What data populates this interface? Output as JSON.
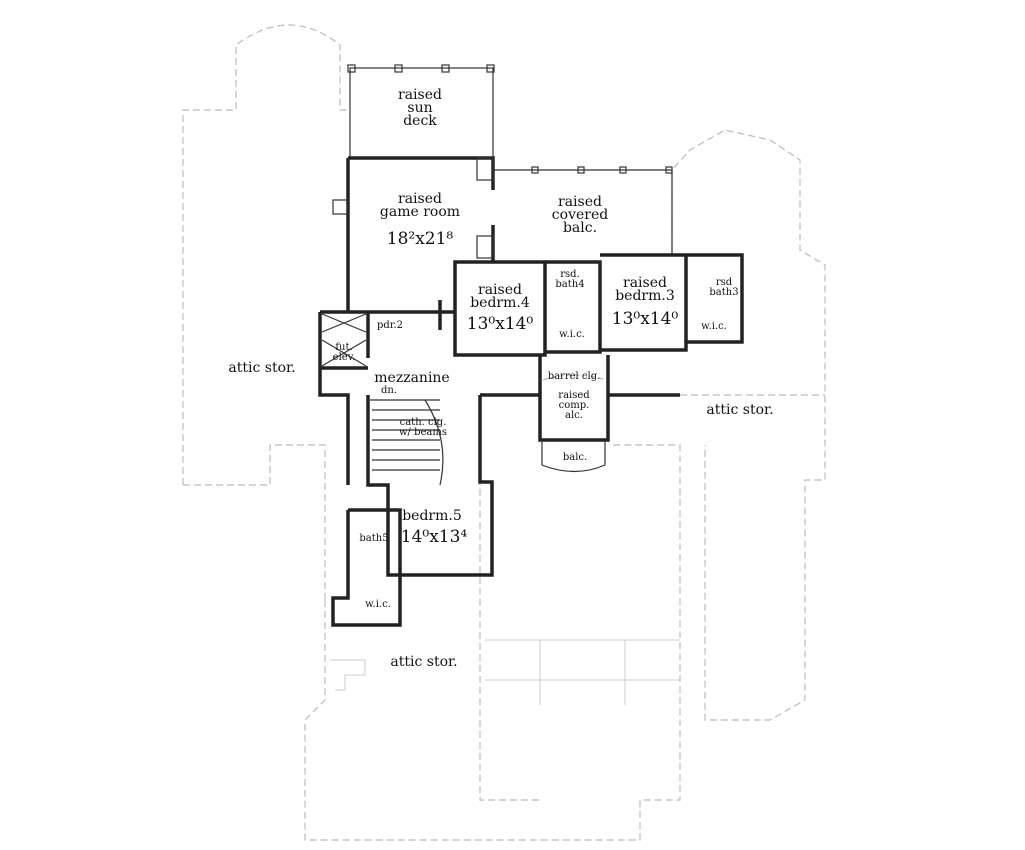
{
  "rooms": {
    "sun_deck": [
      "raised",
      "sun",
      "deck"
    ],
    "game_room": [
      "raised",
      "game room",
      "18²x21⁸"
    ],
    "covered_balc": [
      "raised",
      "covered",
      "balc."
    ],
    "bedrm4": [
      "raised",
      "bedrm.4",
      "13⁰x14⁰"
    ],
    "bath4": [
      "rsd.",
      "bath4"
    ],
    "wic4": "w.i.c.",
    "bedrm3": [
      "raised",
      "bedrm.3",
      "13⁰x14⁰"
    ],
    "bath3": [
      "rsd",
      "bath3"
    ],
    "wic3": "w.i.c.",
    "pdr2": "pdr.2",
    "fut_elev": [
      "fut.",
      "elev."
    ],
    "mezzanine": "mezzanine",
    "stair_dn": "dn.",
    "cath_clg": [
      "cath. clg.",
      "w/ beams"
    ],
    "barrel_clg": "barrel clg.",
    "comp_alc": [
      "raised",
      "comp.",
      "alc."
    ],
    "balc": "balc.",
    "bedrm5": [
      "bedrm.5",
      "14⁰x13⁴"
    ],
    "bath5": "bath5",
    "wic5": "w.i.c.",
    "attic_left": "attic stor.",
    "attic_right": "attic stor.",
    "attic_bottom": "attic stor."
  }
}
